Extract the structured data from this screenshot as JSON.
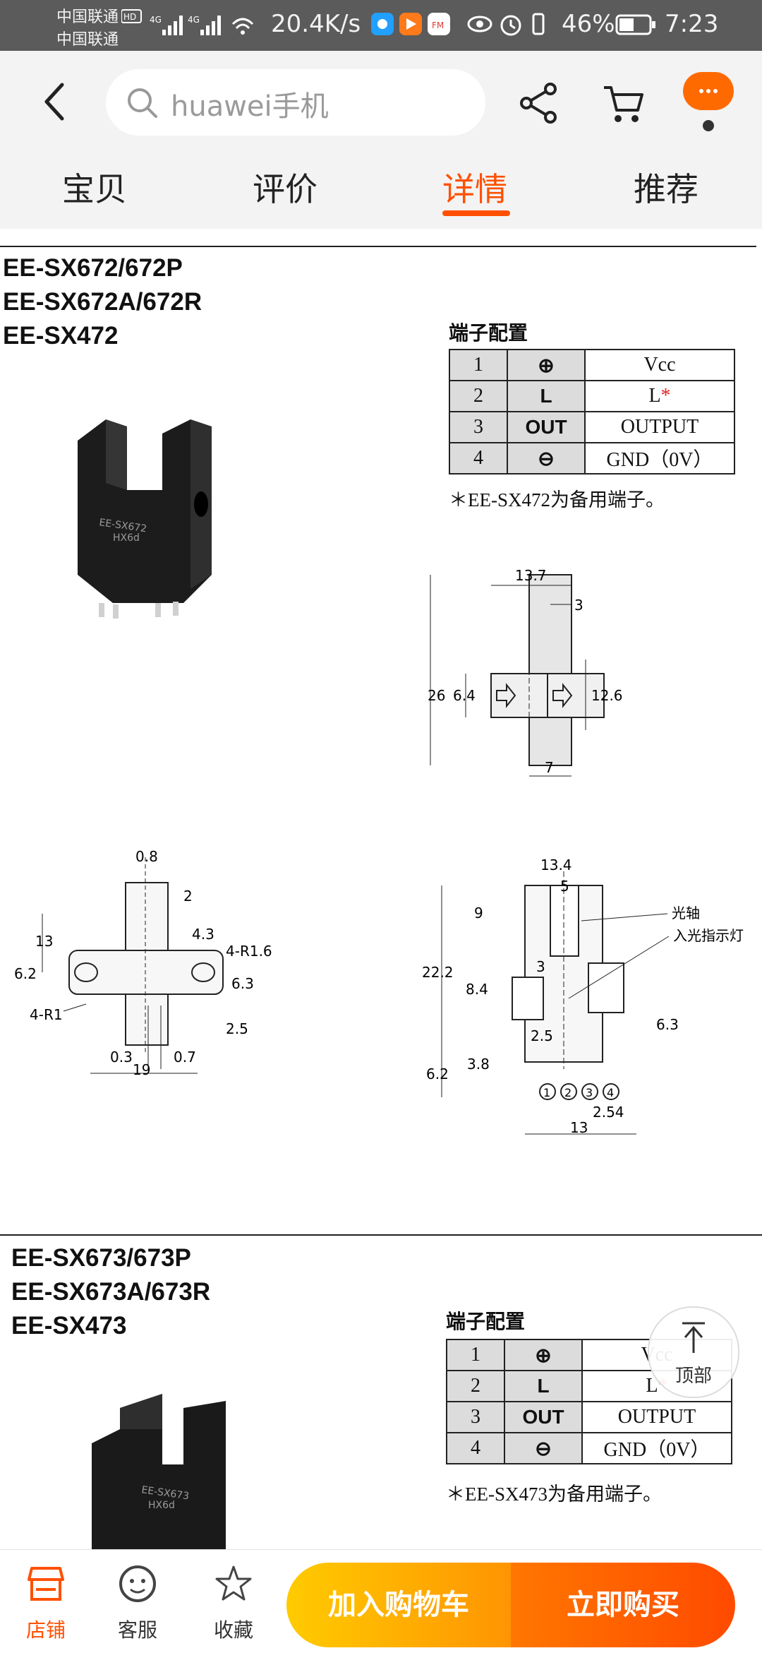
{
  "status_bar": {
    "carrier1": "中国联通",
    "carrier2": "中国联通",
    "speed": "20.4K/s",
    "battery": "46%",
    "time": "7:23"
  },
  "header": {
    "search_placeholder": "huawei手机",
    "tabs": [
      {
        "label": "宝贝"
      },
      {
        "label": "评价"
      },
      {
        "label": "详情"
      },
      {
        "label": "推荐"
      }
    ],
    "active_tab": "详情",
    "accent_color": "#ff5000"
  },
  "content": {
    "section1": {
      "models": [
        "EE-SX672/672P",
        "EE-SX672A/672R",
        "EE-SX472"
      ],
      "sensor_marking": [
        "EE-SX672",
        "HX6d"
      ],
      "table_title": "端子配置",
      "pins": [
        {
          "num": "1",
          "symbol": "⊕",
          "function": "Vcc"
        },
        {
          "num": "2",
          "symbol": "L",
          "function": "L",
          "mark": "*"
        },
        {
          "num": "3",
          "symbol": "OUT",
          "function": "OUTPUT"
        },
        {
          "num": "4",
          "symbol": "⊖",
          "function": "GND（0V）"
        }
      ],
      "note": "＊EE-SX472为备用端子。",
      "dims_right_top": {
        "w": "13.7",
        "t": "3",
        "h": "26",
        "a": "6.4",
        "b": "12.6",
        "c": "7"
      },
      "dims_left": {
        "slot": "0.8",
        "d2": "2",
        "d13": "13",
        "d43": "4.3",
        "r16": "4-R1.6",
        "d62": "6.2",
        "r1": "4-R1",
        "d63": "6.3",
        "d25": "2.5",
        "d03": "0.3",
        "d07": "0.7",
        "d19": "19"
      },
      "dims_right_bottom": {
        "w": "13.4",
        "slot": "5",
        "axis": "光轴",
        "indicator": "入光指示灯",
        "d222": "22.2",
        "d9": "9",
        "d84": "8.4",
        "d3": "3",
        "d25": "2.5",
        "d63": "6.3",
        "d62": "6.2",
        "d38": "3.8",
        "pins": [
          "1",
          "2",
          "3",
          "4"
        ],
        "pitch": "2.54",
        "d13": "13"
      }
    },
    "section2": {
      "models": [
        "EE-SX673/673P",
        "EE-SX673A/673R",
        "EE-SX473"
      ],
      "sensor_marking": [
        "EE-SX673",
        "HX6d"
      ],
      "table_title": "端子配置",
      "pins": [
        {
          "num": "1",
          "symbol": "⊕",
          "function": "Vcc"
        },
        {
          "num": "2",
          "symbol": "L",
          "function": "L",
          "mark": "*"
        },
        {
          "num": "3",
          "symbol": "OUT",
          "function": "OUTPUT"
        },
        {
          "num": "4",
          "symbol": "⊖",
          "function": "GND（0V）"
        }
      ],
      "note": "＊EE-SX473为备用端子。"
    }
  },
  "back_to_top": {
    "label": "顶部"
  },
  "bottom_bar": {
    "shop_label": "店铺",
    "service_label": "客服",
    "favorite_label": "收藏",
    "add_cart_label": "加入购物车",
    "buy_now_label": "立即购买"
  }
}
